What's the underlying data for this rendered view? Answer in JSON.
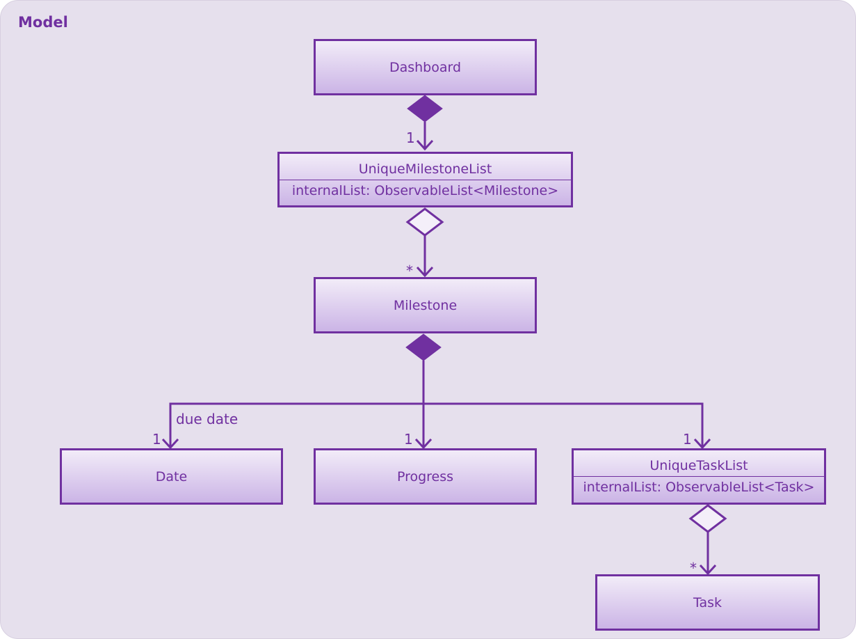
{
  "package": {
    "title": "Model"
  },
  "classes": {
    "dashboard": {
      "name": "Dashboard"
    },
    "unique_milestone_list": {
      "name": "UniqueMilestoneList",
      "attribute": "internalList: ObservableList<Milestone>"
    },
    "milestone": {
      "name": "Milestone"
    },
    "date": {
      "name": "Date"
    },
    "progress": {
      "name": "Progress"
    },
    "unique_task_list": {
      "name": "UniqueTaskList",
      "attribute": "internalList: ObservableList<Task>"
    },
    "task": {
      "name": "Task"
    }
  },
  "relations": {
    "dashboard_milestonelist": {
      "type": "composition",
      "multiplicity": "1"
    },
    "milestonelist_milestone": {
      "type": "aggregation",
      "multiplicity": "*"
    },
    "milestone_date": {
      "type": "composition",
      "role": "due date",
      "multiplicity": "1"
    },
    "milestone_progress": {
      "type": "composition",
      "multiplicity": "1"
    },
    "milestone_tasklist": {
      "type": "composition",
      "multiplicity": "1"
    },
    "tasklist_task": {
      "type": "aggregation",
      "multiplicity": "*"
    }
  },
  "colors": {
    "accent": "#7030a0",
    "background": "#e6e0ed"
  }
}
